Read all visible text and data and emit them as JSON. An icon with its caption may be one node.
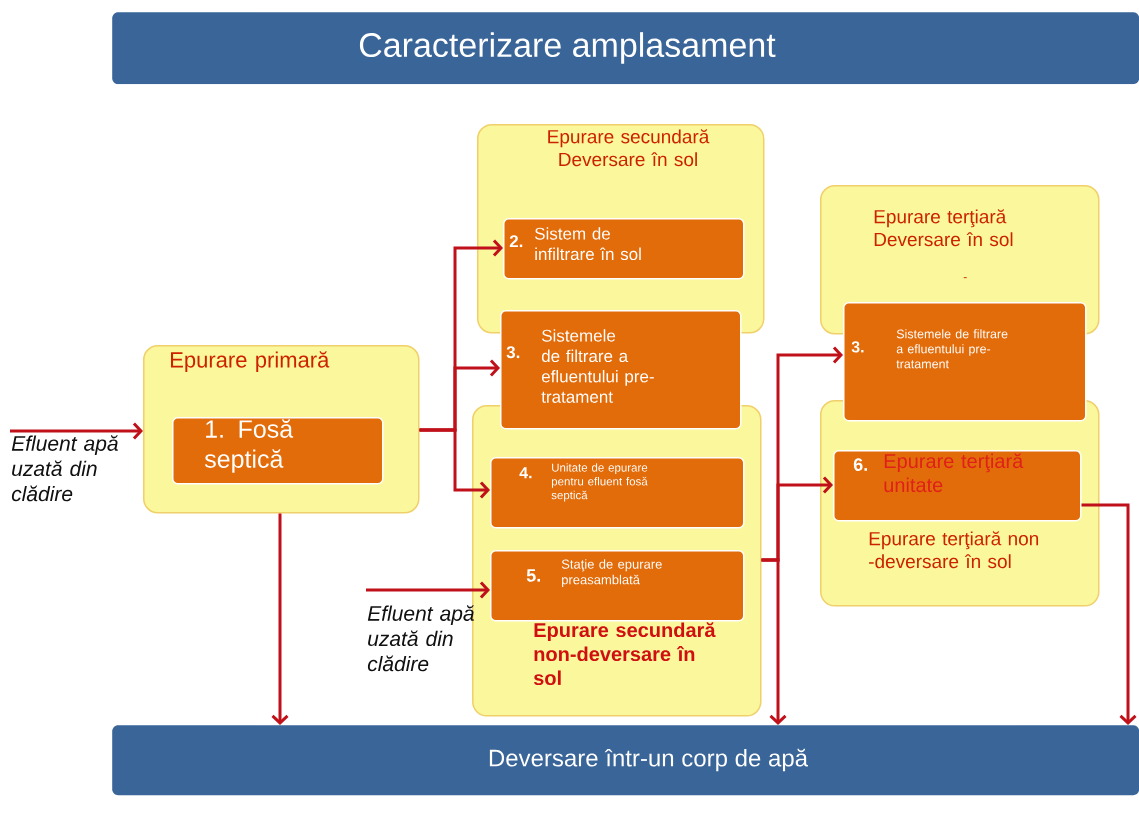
{
  "diagram": {
    "nodes": [
      {
        "text": [
          "Caracterizare amplasament"
        ]
      },
      {
        "text": [
          "Efluent apă uzată din clădire"
        ]
      },
      {
        "text": [
          "Epurare primară"
        ]
      },
      {
        "text": [
          "1. Fosă septică"
        ],
        "in": 2
      },
      {
        "text": [
          "Epurare secundară Deversare în sol"
        ]
      },
      {
        "text": [
          "2.",
          "Sistem de infiltrare în sol"
        ],
        "in": 4
      },
      {
        "text": [
          "3.",
          "Sistemele de filtrare a efluentului pre-tratament"
        ]
      },
      {
        "text": [
          "Epurare secundară non-deversare în sol"
        ]
      },
      {
        "text": [
          "4.",
          "Unitate de epurare pentru efluent fosă septică"
        ],
        "in": 7
      },
      {
        "text": [
          "5.",
          "Staţie de epurare preasamblată"
        ],
        "in": 7
      },
      {
        "text": [
          "Efluent apă uzată din clădire"
        ]
      },
      {
        "text": [
          "Epurare terţiară Deversare în sol",
          "-"
        ]
      },
      {
        "text": [
          "3.",
          "Sistemele de filtrare a efluentului pre-tratament"
        ]
      },
      {
        "text": [
          "Epurare terţiară non -deversare în sol"
        ]
      },
      {
        "text": [
          "6.",
          "Epurare terţiară unitate"
        ],
        "in": 13
      },
      {
        "text": [
          "Deversare într-un corp de apă"
        ]
      }
    ],
    "edges": [
      {
        "from": 1,
        "to": 2,
        "arrow": "to"
      },
      {
        "from": 2,
        "to": 5,
        "arrow": "to"
      },
      {
        "from": 2,
        "to": 6,
        "arrow": "to"
      },
      {
        "from": 2,
        "to": 8,
        "arrow": "to"
      },
      {
        "from": 2,
        "to": 15,
        "arrow": "to"
      },
      {
        "from": 10,
        "to": 9,
        "arrow": "to"
      },
      {
        "from": 7,
        "to": 12,
        "arrow": "to"
      },
      {
        "from": 7,
        "to": 14,
        "arrow": "to"
      },
      {
        "from": 7,
        "to": 15,
        "arrow": "to"
      },
      {
        "from": 14,
        "to": 15,
        "arrow": "to"
      }
    ]
  }
}
